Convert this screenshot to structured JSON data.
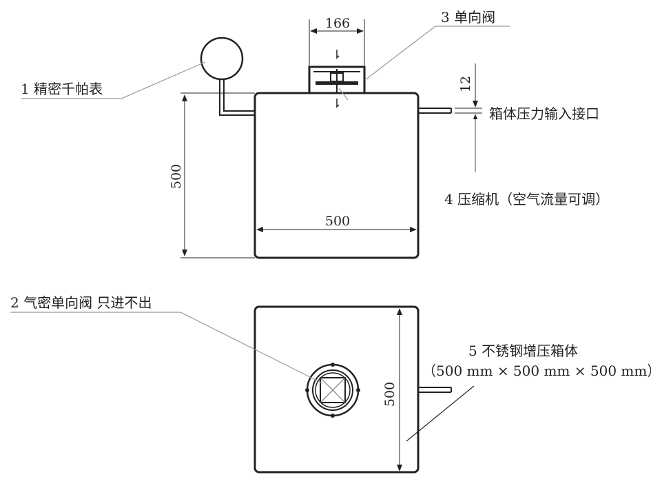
{
  "labels": {
    "gauge": "1 精密千帕表",
    "airtight_valve": "2 气密单向阀 只进不出",
    "check_valve": "3 单向阀",
    "compressor": "4 压缩机（空气流量可调）",
    "box": "5 不锈钢增压箱体",
    "box_size": "（500 mm × 500 mm × 500 mm）",
    "inlet": "箱体压力输入接口"
  },
  "dimensions": {
    "valve_width": "166",
    "inlet_gap": "12",
    "box_height_front": "500",
    "box_width_front": "500",
    "box_width_top": "500"
  }
}
